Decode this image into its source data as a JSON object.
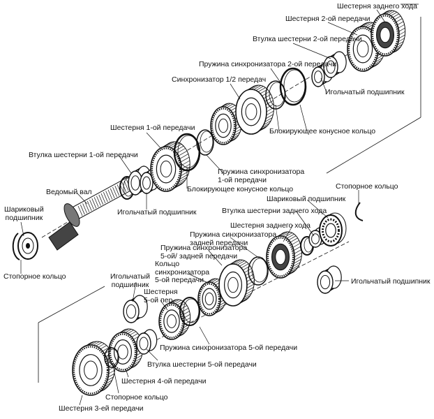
{
  "labels": {
    "reverse_gear_top": "Шестерня заднего хода",
    "second_gear": "Шестерня 2-ой передачи",
    "second_gear_bushing": "Втулка шестерни 2-ой передачи",
    "sync_spring_2": "Пружина синхронизатора 2-ой передачи",
    "synchronizer_12": "Синхронизатор 1/2 передач",
    "needle_bearing_upper": "Игольчатый подшипник",
    "blocking_ring_upper": "Блокирующее конусное кольцо",
    "first_gear": "Шестерня 1-ой передачи",
    "first_gear_bushing": "Втулка шестерни 1-ой передачи",
    "sync_spring_1": "Пружина синхронизатора\n1-ой передачи",
    "blocking_ring_lower": "Блокирующее конусное кольцо",
    "driven_shaft": "Ведомый вал",
    "ball_bearing_left": "Шариковый\nподшипник",
    "needle_bearing_mid": "Игольчатый подшипник",
    "snap_ring_left": "Стопорное кольцо",
    "snap_ring_right": "Стопорное кольцо",
    "ball_bearing_right": "Шариковый подшипник",
    "reverse_gear_bushing": "Втулка шестерни заднего хода",
    "reverse_gear_lower": "Шестерня заднего хода",
    "sync_spring_reverse": "Пружина синхронизатора\nзадней передачи",
    "sync_spring_5r": "Пружина синхронизатора\n5-ой/ задней передачи",
    "sync_ring_5": "Кольцо\nсинхронизатора\n5-ой передачи",
    "needle_bearing_left": "Игольчатый\nподшипник",
    "fifth_gear": "Шестерня\n5-ой пер.",
    "needle_bearing_right": "Игольчатый подшипник",
    "sync_spring_5": "Пружина синхронизатора 5-ой передачи",
    "fifth_gear_bushing": "Втулка шестерни 5-ой передачи",
    "fourth_gear": "Шестерня 4-ой передачи",
    "snap_ring_bottom": "Стопорное кольцо",
    "third_gear": "Шестерня 3-ей передачи"
  },
  "colors": {
    "ink": "#111111",
    "shade": "#555555",
    "paper": "#ffffff"
  }
}
